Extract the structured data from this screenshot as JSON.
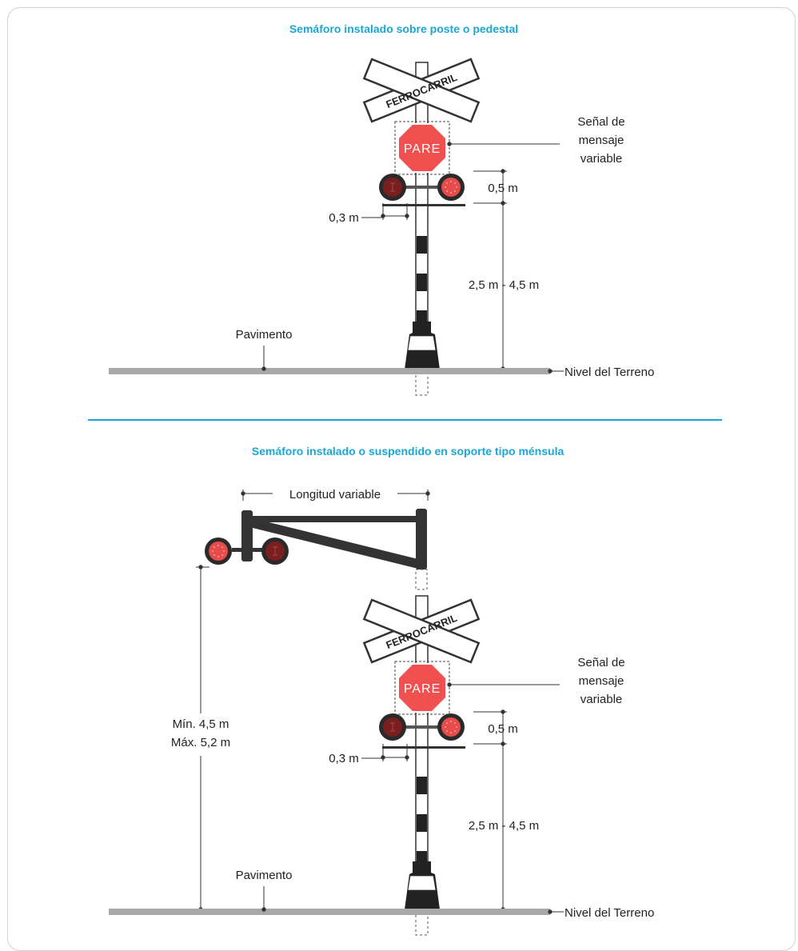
{
  "colors": {
    "accent": "#1aa7d6",
    "stop_red": "#f05050",
    "lamp_red": "#e64c4c",
    "lamp_dark": "#7a1f1f",
    "pavement": "#a8a8a8",
    "dark": "#333333"
  },
  "section1": {
    "title": "Semáforo instalado sobre poste o pedestal",
    "crossbuck_text": "FERROCARRIL",
    "stop_text": "PARE",
    "vms_label": [
      "Señal de",
      "mensaje",
      "variable"
    ],
    "dim_light_spacing": "0,3 m",
    "dim_lamp_to_sign": "0,5 m",
    "dim_height": "2,5 m - 4,5 m",
    "pavement_label": "Pavimento",
    "ground_label": "Nivel del Terreno"
  },
  "section2": {
    "title": "Semáforo instalado o suspendido en soporte tipo ménsula",
    "arm_label": "Longitud variable",
    "crossbuck_text": "FERROCARRIL",
    "stop_text": "PARE",
    "vms_label": [
      "Señal de",
      "mensaje",
      "variable"
    ],
    "dim_light_spacing": "0,3 m",
    "dim_lamp_to_sign": "0,5 m",
    "dim_height": "2,5 m - 4,5 m",
    "dim_overhead": [
      "Mín. 4,5 m",
      "Máx. 5,2 m"
    ],
    "pavement_label": "Pavimento",
    "ground_label": "Nivel del Terreno"
  }
}
